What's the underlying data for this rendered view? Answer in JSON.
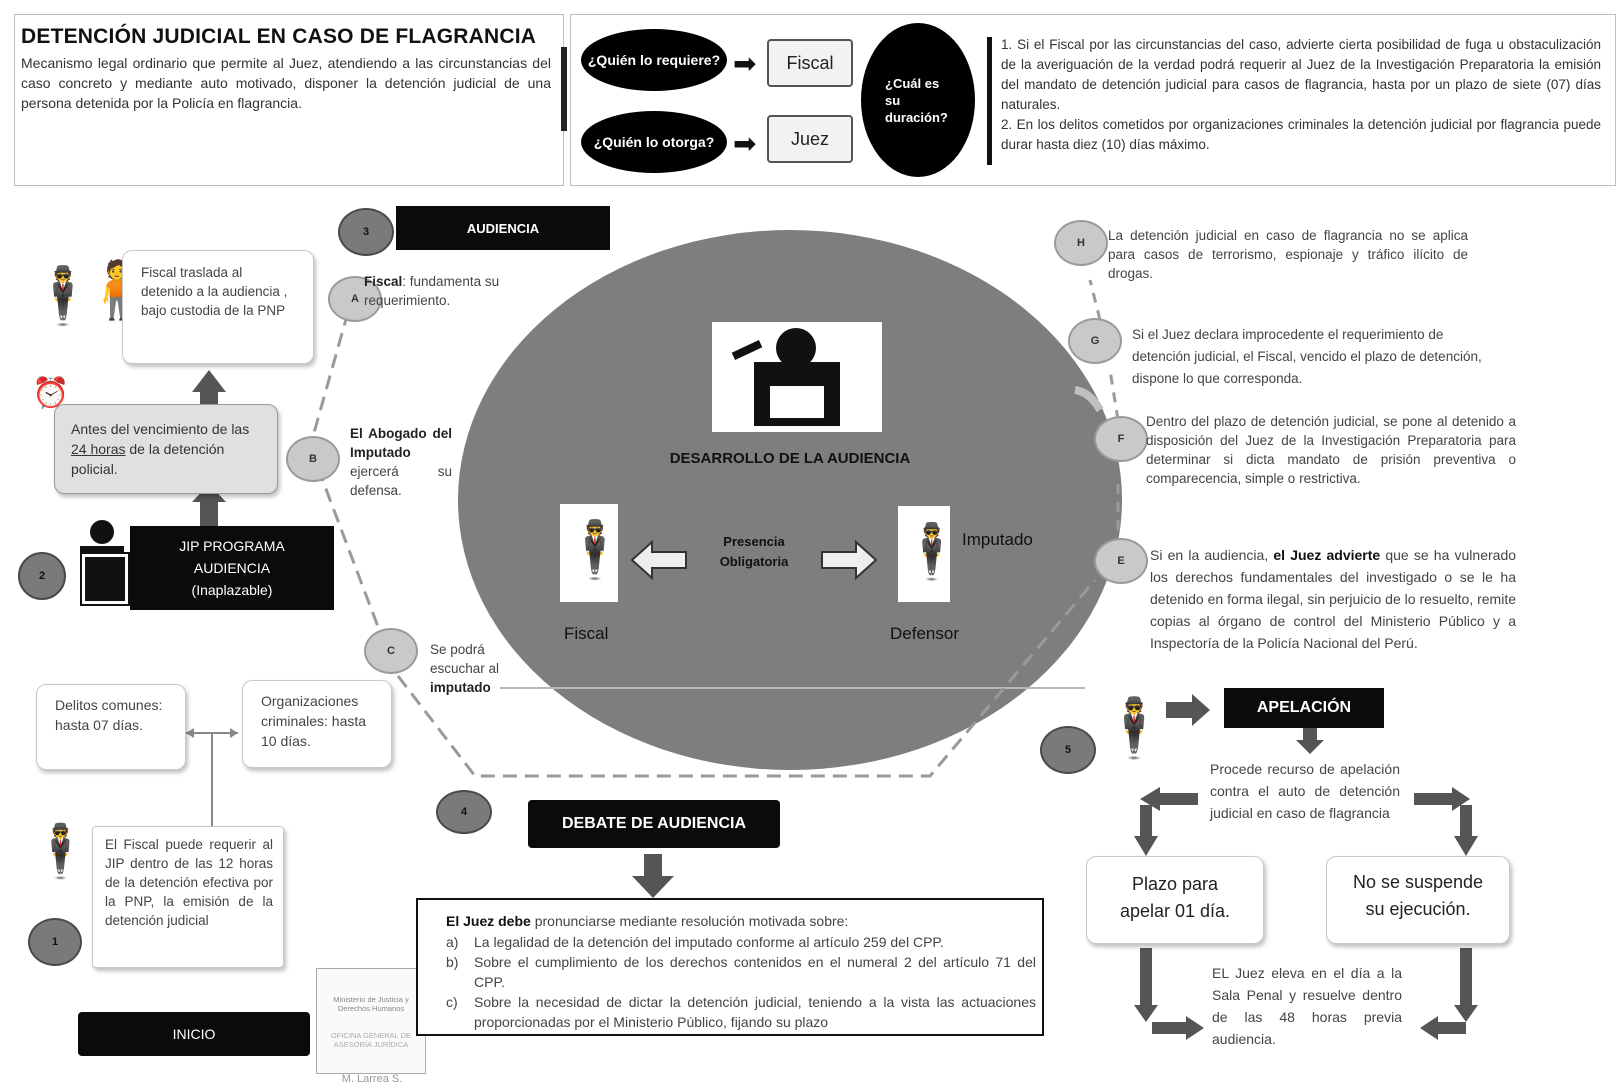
{
  "header": {
    "title": "DETENCIÓN JUDICIAL EN CASO DE FLAGRANCIA",
    "description": "Mecanismo legal ordinario que permite al Juez, atendiendo a las circunstancias del caso concreto y mediante auto motivado, disponer la detención judicial de una persona detenida por la Policía en flagrancia.",
    "q_requiere": "¿Quién lo requiere?",
    "a_requiere": "Fiscal",
    "q_otorga": "¿Quién lo otorga?",
    "a_otorga": "Juez",
    "q_duracion": "¿Cuál es su duración?",
    "duracion_1": "1. Si el Fiscal por las circunstancias del caso, advierte cierta posibilidad de fuga u obstaculización de la averiguación de la verdad podrá requerir al Juez de la Investigación Preparatoria la emisión del mandato de detención judicial para casos de flagrancia, hasta por un plazo de siete (07) días naturales.",
    "duracion_2": "2. En los delitos cometidos por organizaciones criminales la detención judicial por flagrancia puede durar hasta diez (10) días máximo."
  },
  "steps": {
    "s1": "1",
    "s2": "2",
    "s3": "3",
    "s4": "4",
    "s5": "5",
    "a": "A",
    "b": "B",
    "c": "C",
    "e": "E",
    "f": "F",
    "g": "G",
    "h": "H"
  },
  "left": {
    "fiscal_traslada": "Fiscal traslada al detenido a la audiencia , bajo custodia de la PNP",
    "antes_pre": "Antes del vencimiento de las",
    "antes_hours": "24 horas",
    "antes_post": "de la detención policial.",
    "jip_programa": "JIP PROGRAMA AUDIENCIA",
    "inaplazable": "(Inaplazable)",
    "delitos_comunes": "Delitos comunes: hasta 07 días.",
    "organizaciones": "Organizaciones criminales: hasta 10 días.",
    "fiscal_requerir": "El Fiscal puede requerir al JIP dentro de las 12 horas de la detención efectiva por la PNP, la emisión de la detención judicial",
    "inicio": "INICIO",
    "stamp_1": "Ministerio de Justicia y Derechos Humanos",
    "stamp_2": "OFICINA GENERAL DE ASESORÍA JURÍDICA",
    "stamp_name": "M. Larrea S."
  },
  "audiencia": {
    "label": "AUDIENCIA",
    "a_bold": "Fiscal",
    "a_text": ": fundamenta su requerimiento.",
    "b_bold": "El Abogado del Imputado",
    "b_text": "ejercerá su defensa.",
    "c_text": "Se podrá escuchar al",
    "c_bold": "imputado",
    "center_title": "DESARROLLO DE LA AUDIENCIA",
    "presencia": "Presencia Obligatoria",
    "fiscal": "Fiscal",
    "defensor": "Defensor",
    "imputado": "Imputado"
  },
  "debate": {
    "label": "DEBATE DE AUDIENCIA",
    "intro_bold": "El Juez debe",
    "intro_text": "pronunciarse mediante resolución motivada sobre:",
    "items": [
      {
        "k": "a)",
        "t": "La legalidad de la detención del imputado conforme al artículo 259 del CPP."
      },
      {
        "k": "b)",
        "t": "Sobre el cumplimiento de los derechos contenidos en el numeral 2 del artículo 71 del CPP."
      },
      {
        "k": "c)",
        "t": "Sobre la necesidad de dictar la detención judicial, teniendo a la vista las actuaciones proporcionadas por el Ministerio Público, fijando su plazo"
      }
    ]
  },
  "right": {
    "h": "La detención judicial en caso de flagrancia no se aplica para casos de terrorismo, espionaje y tráfico ilícito de drogas.",
    "g": "Si el Juez declara improcedente el requerimiento de detención judicial, el Fiscal, vencido el plazo de detención, dispone lo que corresponda.",
    "f": "Dentro del plazo de detención judicial, se pone al detenido a disposición del Juez de la Investigación Preparatoria para determinar si dicta mandato de prisión preventiva o comparecencia, simple o restrictiva.",
    "e_pre": "Si en la audiencia,",
    "e_bold": "el Juez advierte",
    "e_post": "que se ha vulnerado los derechos fundamentales del investigado o se le ha detenido en forma ilegal, sin perjuicio de lo resuelto, remite copias al órgano de control del Ministerio Público y a Inspectoría de la Policía Nacional del Perú."
  },
  "apelacion": {
    "label": "APELACIÓN",
    "procede": "Procede recurso de apelación contra el auto de detención judicial en caso de flagrancia",
    "plazo": "Plazo para apelar 01 día.",
    "no_suspende": "No se suspende su ejecución.",
    "eleva": "EL Juez eleva en el día a la Sala Penal y resuelve dentro de las 48 horas previa audiencia."
  }
}
